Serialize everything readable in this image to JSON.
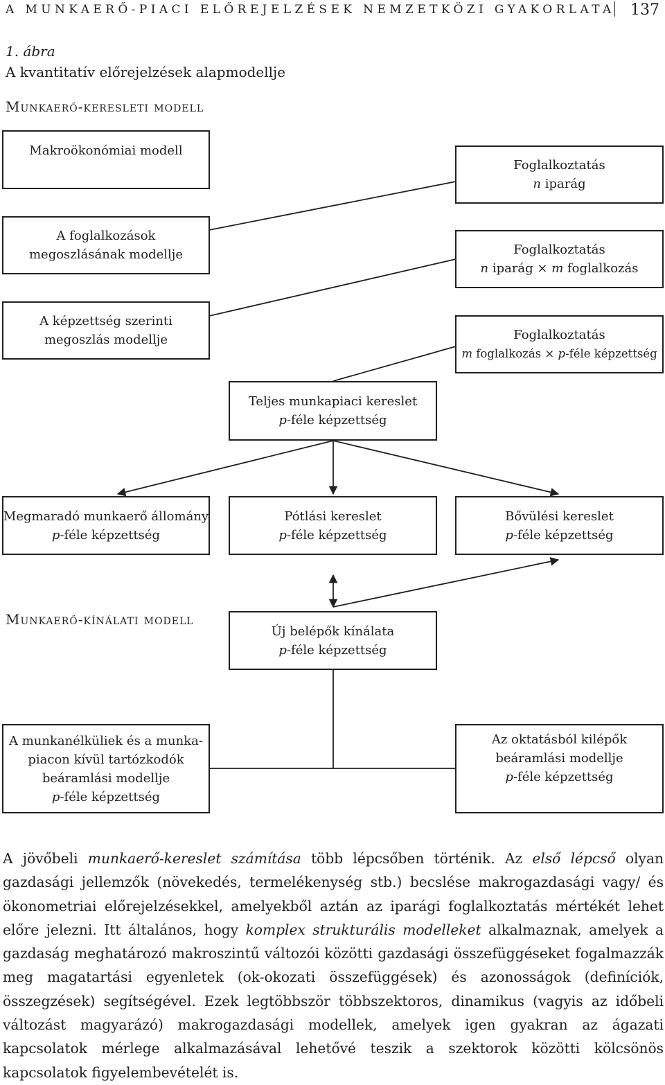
{
  "header": {
    "running_title": "A MUNKAERŐ-PIACI ELŐREJELZÉSEK NEMZETKÖZI GYAKORLATA",
    "page_number": "137"
  },
  "figure": {
    "number": "1. ábra",
    "title": "A kvantitatív előrejelzések alapmodellje",
    "demand_section": "Munkaerő-keresleti modell",
    "supply_section": "Munkaerő-kínálati modell",
    "boxes": {
      "macro": [
        "Makroökonómiai modell"
      ],
      "occ_dist": [
        "A foglalkozások",
        "megoszlásának modellje"
      ],
      "skill_dist": [
        "A képzettség szerinti",
        "megoszlás modellje"
      ],
      "emp_n": [
        "Foglalkoztatás",
        "n iparág"
      ],
      "emp_nm": [
        "Foglalkoztatás",
        "n iparág × m foglalkozás"
      ],
      "emp_mp": [
        "Foglalkoztatás",
        "m foglalkozás × p-féle képzettség"
      ],
      "total_demand": [
        "Teljes munkapiaci kereslet",
        "p-féle képzettség"
      ],
      "remaining": [
        "Megmaradó munkaerő állomány",
        "p-féle képzettség"
      ],
      "replacement": [
        "Pótlási kereslet",
        "p-féle képzettség"
      ],
      "expansion": [
        "Bővülési kereslet",
        "p-féle képzettség"
      ],
      "new_entrants": [
        "Új belépők kínálata",
        "p-féle képzettség"
      ],
      "unemployed": [
        "A munkanélküliek és a munka-",
        "piacon kívül tartózkodók",
        "beáramlási modellje",
        "p-féle képzettség"
      ],
      "education": [
        "Az oktatásból kilépők",
        "beáramlási modellje",
        "p-féle képzettség"
      ]
    }
  },
  "body": {
    "segments": [
      {
        "t": "A jövőbeli ",
        "i": false
      },
      {
        "t": "munkaerő-kereslet számítása",
        "i": true
      },
      {
        "t": " több lépcsőben történik. Az ",
        "i": false
      },
      {
        "t": "első lépcső",
        "i": true
      },
      {
        "t": " olyan gazdasági jellemzők (növekedés, termelékenység stb.) becslése makrogazdasági vagy/ és ökonometriai előrejelzésekkel, amelyekből aztán az iparági foglalkoztatás mértékét lehet előre jelezni. Itt általános, hogy ",
        "i": false
      },
      {
        "t": "komplex strukturális modelleket",
        "i": true
      },
      {
        "t": " alkalmaznak, amelyek a gazdaság meghatározó makroszintű változói közötti gazdasági összefüggéseket fogalmazzák meg magatartási egyenletek (ok-okozati összefüggések) és azonosságok (definíciók, összegzések) segítségével. Ezek legtöbbször többszektoros, dinamikus (vagyis az időbeli változást magyarázó) makrogazdasági modellek, amelyek igen gyakran az ágazati kapcsolatok mérlege alkalmazásával lehetővé teszik a szektorok közötti kölcsönös kapcsolatok figyelembevételét is.",
        "i": false
      }
    ]
  }
}
